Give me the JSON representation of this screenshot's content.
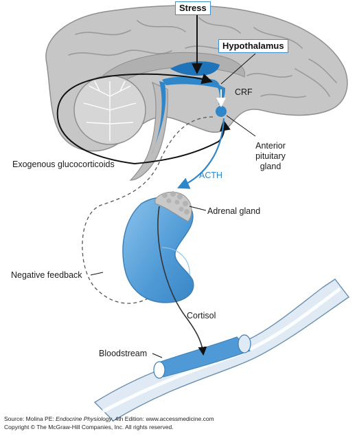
{
  "labels": {
    "stress": "Stress",
    "hypothalamus": "Hypothalamus",
    "crf": "CRF",
    "anterior_pituitary": [
      "Anterior",
      "pituitary",
      "gland"
    ],
    "exogenous": "Exogenous glucocorticoids",
    "acth": "ACTH",
    "adrenal": "Adrenal gland",
    "negative_feedback": "Negative feedback",
    "cortisol": "Cortisol",
    "bloodstream": "Bloodstream"
  },
  "source": {
    "prefix": "Source: Molina PE: ",
    "book": "Endocrine Physiology",
    "suffix": ", 4th Edition: www.accessmedicine.com",
    "copyright": "Copyright © The McGraw-Hill Companies, Inc. All rights reserved."
  },
  "colors": {
    "brain": "#c9c9c9",
    "brain_dark": "#a9a9a9",
    "accent_blue": "#2f86c9",
    "adrenal_blue": "#5ba4dd",
    "vessel": "#dfeaf4",
    "vessel_edge": "#6b8fb0"
  }
}
